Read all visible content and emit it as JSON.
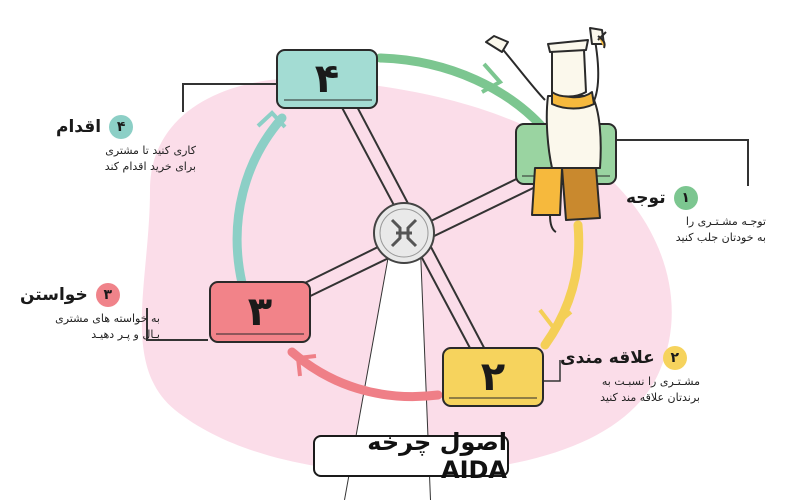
{
  "title": "اصول چرخه AIDA",
  "stages": [
    {
      "number": "۱",
      "heading": "توجه",
      "desc1": "توجـه مشـتـری را",
      "desc2": "به خودتان جلب کنید",
      "color": "#7cc690"
    },
    {
      "number": "۲",
      "heading": "علاقه مندی",
      "desc1": "مشـتـری را نسبـت به",
      "desc2": "برندتان علاقه مند کنید",
      "color": "#f6d35d"
    },
    {
      "number": "۳",
      "heading": "خواستن",
      "desc1": "به خواسته های مشتری",
      "desc2": "بـال و پـر دهیـد",
      "color": "#f0838a"
    },
    {
      "number": "۴",
      "heading": "اقدام",
      "desc1": "کاری کنید تا مشتری",
      "desc2": "برای خرید اقدام کند",
      "color": "#8ccfc6"
    }
  ],
  "colors": {
    "background_blob": "#fbdde9",
    "green_box": "#9ad4a1",
    "yellow_box": "#f6d35d",
    "red_box": "#f28389",
    "teal_box": "#a3dcd3",
    "arrow_green": "#7cc690",
    "arrow_yellow": "#f4cf56",
    "arrow_red": "#ef7f87",
    "arrow_teal": "#8ccfc6"
  }
}
